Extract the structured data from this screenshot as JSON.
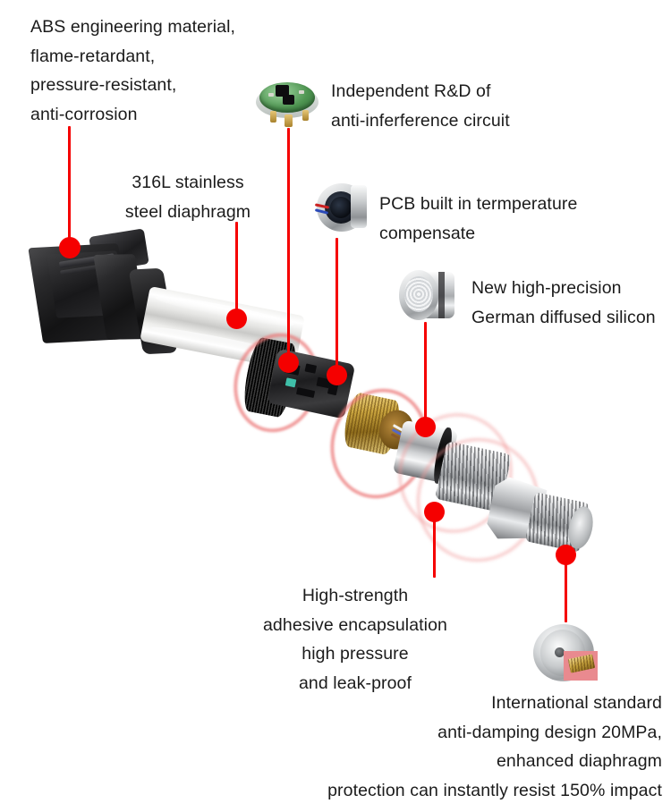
{
  "diagram": {
    "title": "Pressure transmitter exploded feature diagram",
    "accent_color": "#f50000",
    "background_color": "#ffffff",
    "text_color": "#1b1b1b"
  },
  "callouts": [
    {
      "id": "housing",
      "text": "ABS engineering material,\nflame-retardant,\npressure-resistant,\nanti-corrosion",
      "align": "left"
    },
    {
      "id": "diaphragm",
      "text": "316L stainless\nsteel diaphragm",
      "align": "center"
    },
    {
      "id": "circuit",
      "text": "Independent R&D of\nanti-inferference circuit",
      "align": "left"
    },
    {
      "id": "pcb-temp",
      "text": "PCB built in termperature\ncompensate",
      "align": "left"
    },
    {
      "id": "silicon",
      "text": "New high-precision\nGerman diffused silicon",
      "align": "left"
    },
    {
      "id": "adhesive",
      "text": "High-strength\nadhesive encapsulation\nhigh pressure\nand leak-proof",
      "align": "center"
    },
    {
      "id": "anti-damping",
      "text": "International standard\nanti-damping design 20MPa,\nenhanced diaphragm\nprotection can instantly resist 150% impact",
      "align": "right"
    }
  ],
  "insets": [
    {
      "id": "pcb-board",
      "name": "round-green-pcb-thumbnail"
    },
    {
      "id": "connector",
      "name": "circular-connector-thumbnail"
    },
    {
      "id": "silicon-sensor",
      "name": "diffused-silicon-sensor-thumbnail"
    },
    {
      "id": "process-fitting",
      "name": "process-fitting-thumbnail"
    }
  ],
  "markers": [
    {
      "id": "m-housing",
      "target": "abs-housing"
    },
    {
      "id": "m-diaphragm",
      "target": "steel-tube"
    },
    {
      "id": "m-circuit",
      "target": "knurled-ring"
    },
    {
      "id": "m-pcb",
      "target": "internal-pcb"
    },
    {
      "id": "m-silicon",
      "target": "sensor-oring"
    },
    {
      "id": "m-adhesive",
      "target": "hex-body"
    },
    {
      "id": "m-damping",
      "target": "threaded-port"
    }
  ],
  "product": {
    "parts": [
      "ABS DIN connector housing",
      "316L stainless steel tube",
      "knurled black ring",
      "internal PCB assembly",
      "brass threaded ring",
      "stainless steel O-ring section",
      "hex nut body",
      "threaded process port"
    ]
  }
}
